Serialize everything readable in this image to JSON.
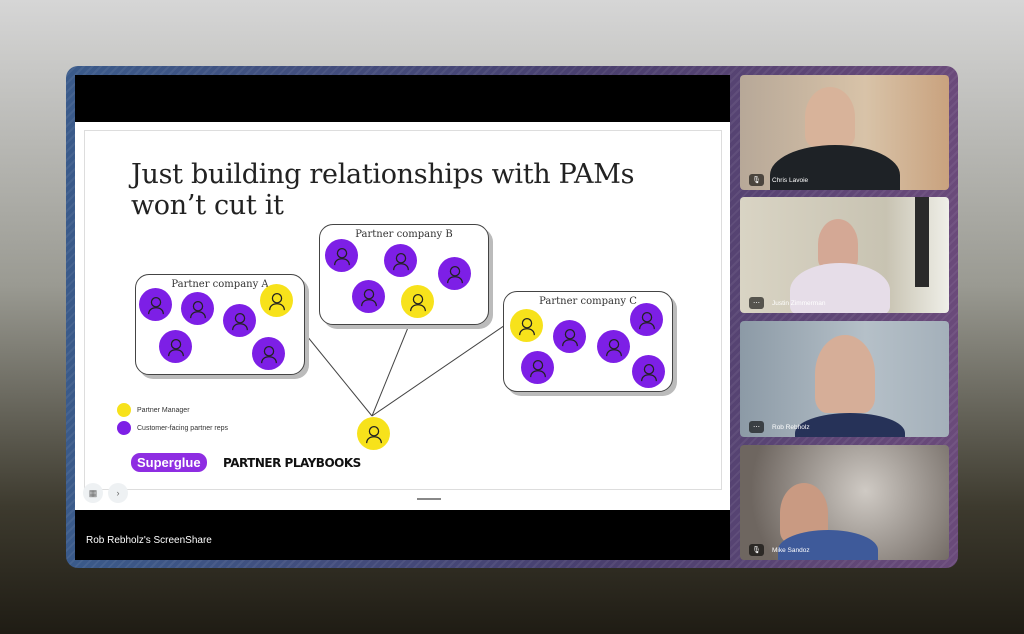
{
  "screenshare": {
    "caption": "Rob Rebholz's ScreenShare"
  },
  "slide": {
    "title_line1": "Just building relationships with PAMs",
    "title_line2": "won’t cut it",
    "groups": [
      {
        "label": "Partner company A"
      },
      {
        "label": "Partner company B"
      },
      {
        "label": "Partner company C"
      }
    ],
    "legend": [
      {
        "label": "Partner Manager",
        "color": "#f7e21b"
      },
      {
        "label": "Customer-facing partner reps",
        "color": "#7d1fe6"
      }
    ],
    "logos": {
      "superglue": "Superglue",
      "partner_playbooks": "PARTNER PLAYBOOKS"
    }
  },
  "participants": [
    {
      "name": "Chris Lavoie",
      "muted": true
    },
    {
      "name": "Justin Zimmerman",
      "muted": false
    },
    {
      "name": "Rob Rebholz",
      "muted": false
    },
    {
      "name": "Mike Sandoz",
      "muted": true
    }
  ],
  "icons": {
    "muted": "🎙",
    "more": "⋯",
    "grid": "▦",
    "next": "›"
  }
}
